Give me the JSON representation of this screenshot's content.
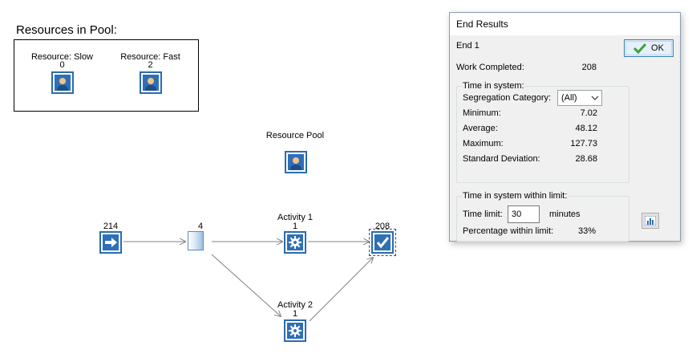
{
  "pool": {
    "title": "Resources in Pool:",
    "resources": [
      {
        "name": "Resource: Slow",
        "count": "0"
      },
      {
        "name": "Resource: Fast",
        "count": "2"
      }
    ]
  },
  "model": {
    "resource_pool_label": "Resource Pool",
    "start": {
      "count": "214"
    },
    "queue": {
      "count": "4"
    },
    "activity1": {
      "name": "Activity 1",
      "count": "1"
    },
    "activity2": {
      "name": "Activity 2",
      "count": "1"
    },
    "end": {
      "count": "208"
    }
  },
  "dialog": {
    "title": "End Results",
    "end_name": "End 1",
    "ok_label": "OK",
    "work_completed_label": "Work Completed:",
    "work_completed_value": "208",
    "time_in_system": {
      "title": "Time in system:",
      "segregation_label": "Segregation Category:",
      "segregation_value": "(All)",
      "minimum_label": "Minimum:",
      "minimum_value": "7.02",
      "average_label": "Average:",
      "average_value": "48.12",
      "maximum_label": "Maximum:",
      "maximum_value": "127.73",
      "stddev_label": "Standard Deviation:",
      "stddev_value": "28.68"
    },
    "within_limit": {
      "title": "Time in system within limit:",
      "time_limit_label": "Time limit:",
      "time_limit_value": "30",
      "unit": "minutes",
      "percentage_label": "Percentage within limit:",
      "percentage_value": "33%"
    }
  },
  "colors": {
    "tile_border": "#2a6cb0",
    "tile_fill": "#2f6fb5",
    "ok_check": "#3aa33a"
  },
  "icons": [
    "person-icon",
    "arrow-right-icon",
    "gear-icon",
    "checkmark-icon",
    "chart-icon",
    "chevron-down-icon"
  ]
}
